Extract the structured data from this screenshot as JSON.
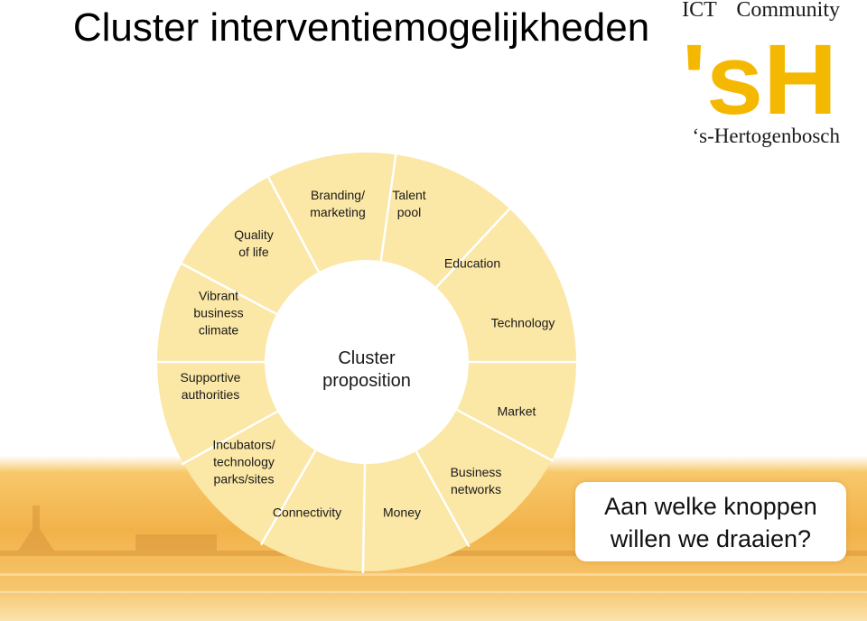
{
  "title": "Cluster interventiemogelijkheden",
  "logo": {
    "top_left": "ICT",
    "top_right": "Community",
    "mark": "'sH",
    "city": "‘s-Hertogenbosch",
    "mark_color": "#f5b800"
  },
  "center": {
    "lines": [
      "Cluster",
      "proposition"
    ]
  },
  "segments": [
    {
      "id": "branding",
      "lines": [
        "Branding/",
        "marketing"
      ]
    },
    {
      "id": "talent",
      "lines": [
        "Talent",
        "pool"
      ]
    },
    {
      "id": "education",
      "lines": [
        "Education"
      ]
    },
    {
      "id": "technology",
      "lines": [
        "Technology"
      ]
    },
    {
      "id": "market",
      "lines": [
        "Market"
      ]
    },
    {
      "id": "business-networks",
      "lines": [
        "Business",
        "networks"
      ]
    },
    {
      "id": "money",
      "lines": [
        "Money"
      ]
    },
    {
      "id": "connectivity",
      "lines": [
        "Connectivity"
      ]
    },
    {
      "id": "incubators",
      "lines": [
        "Incubators/",
        "technology",
        "parks/sites"
      ]
    },
    {
      "id": "supportive-authorities",
      "lines": [
        "Supportive",
        "authorities"
      ]
    },
    {
      "id": "vibrant-business-climate",
      "lines": [
        "Vibrant",
        "business",
        "climate"
      ]
    },
    {
      "id": "quality-of-life",
      "lines": [
        "Quality",
        "of life"
      ]
    }
  ],
  "question": {
    "lines": [
      "Aan welke knoppen",
      "willen we draaien?"
    ]
  },
  "colors": {
    "wheel_fill": "#fbe7a6",
    "wheel_divider": "#ffffff",
    "center_fill": "#ffffff",
    "background_band": "#f2b24a"
  }
}
